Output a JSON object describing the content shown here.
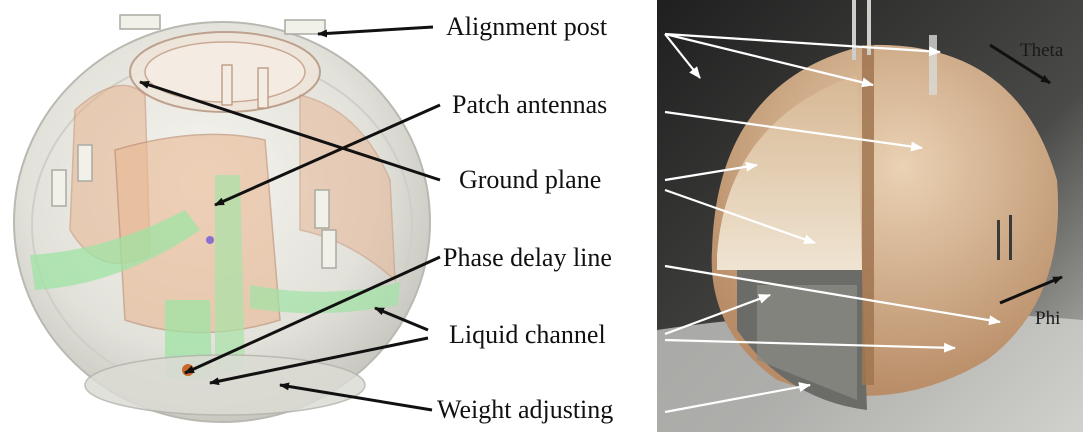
{
  "labels": {
    "alignment_post": "Alignment post",
    "patch_antennas": "Patch antennas",
    "ground_plane": "Ground plane",
    "phase_delay_line": "Phase delay line",
    "liquid_channel": "Liquid channel",
    "weight_adjusting": "Weight adjusting"
  },
  "axes": {
    "theta": "Theta",
    "phi": "Phi"
  },
  "colors": {
    "arrow_black": "#111111",
    "arrow_white": "#ffffff",
    "shell": "#e3e3dc",
    "patch": "#e7b896",
    "channel": "#9fe3a4",
    "photo_bg": "#2b2b2b",
    "wood": "#cfa47e"
  }
}
